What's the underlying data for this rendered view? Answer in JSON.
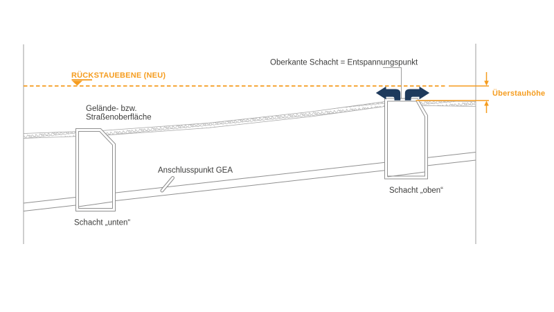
{
  "diagram": {
    "labels": {
      "backflow_level": "RÜCKSTAUEBENE (NEU)",
      "surface_line1": "Gelände- bzw.",
      "surface_line2": "Straßenoberfläche",
      "connection_point": "Anschlusspunkt GEA",
      "top_edge": "Oberkante Schacht = Entspannungspunkt",
      "overflow_height": "Überstauhöhe",
      "manhole_lower": "Schacht „unten“",
      "manhole_upper": "Schacht „oben“"
    },
    "colors": {
      "accent_orange": "#F59C1E",
      "arrow_navy": "#1E3A5C",
      "line_gray": "#8F8F8F",
      "text_dark": "#3C3C3B",
      "background": "#FFFFFF"
    }
  }
}
